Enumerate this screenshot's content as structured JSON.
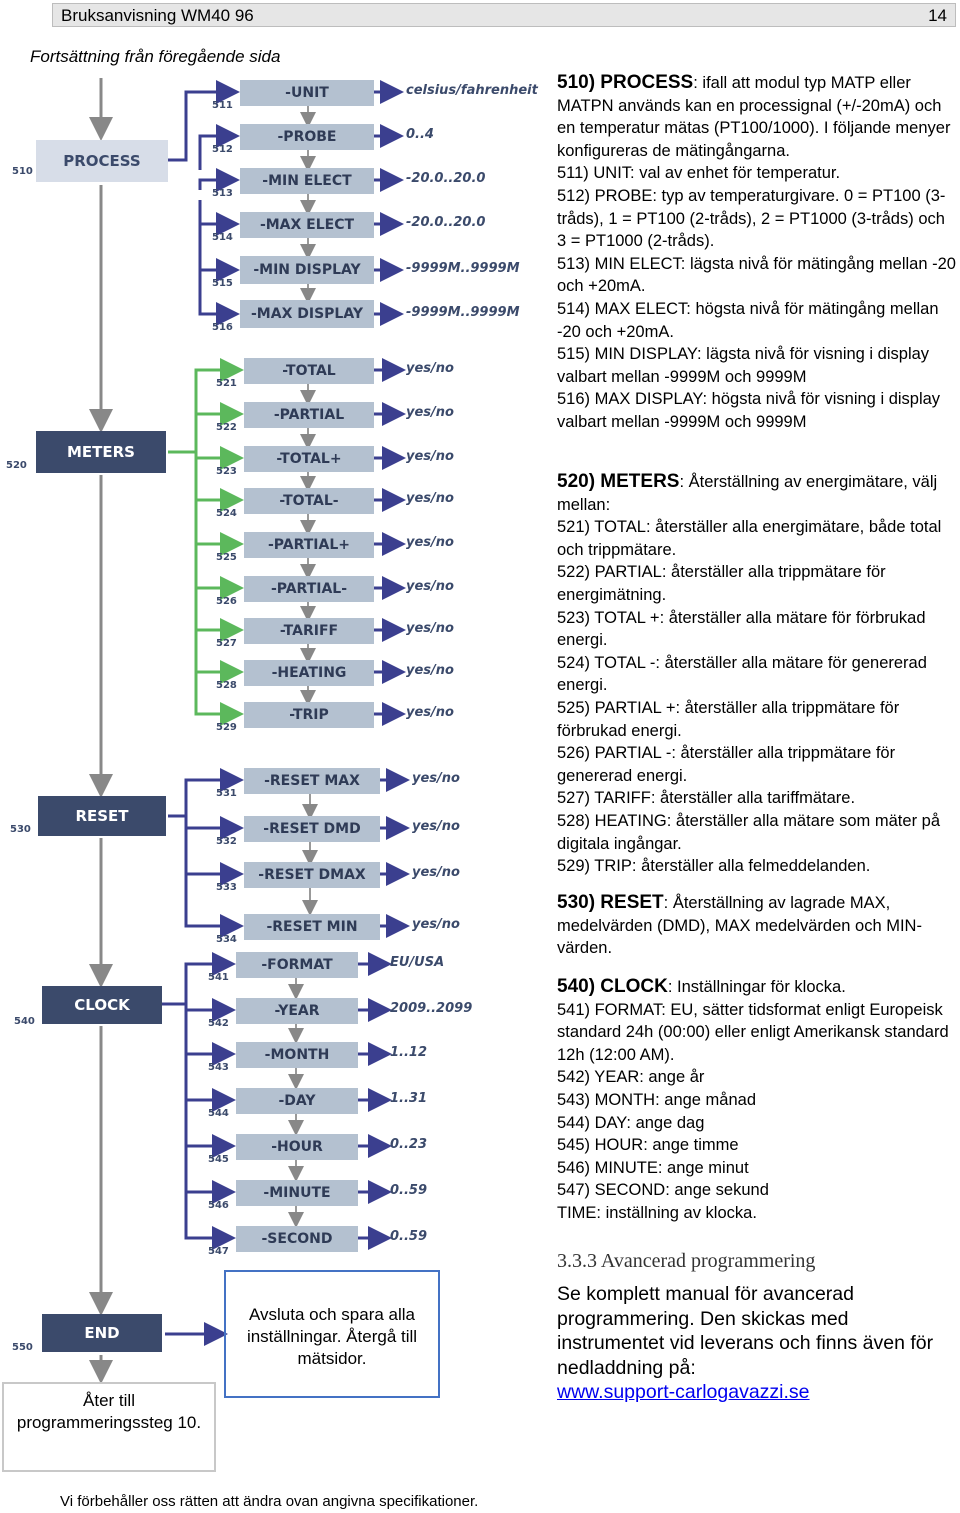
{
  "header": {
    "title": "Bruksanvisning WM40 96",
    "page": "14"
  },
  "continued": "Fortsättning från föregående sida",
  "main_steps": [
    {
      "num": "510",
      "label": "PROCESS"
    },
    {
      "num": "520",
      "label": "METERS"
    },
    {
      "num": "530",
      "label": "RESET"
    },
    {
      "num": "540",
      "label": "CLOCK"
    },
    {
      "num": "550",
      "label": "END"
    }
  ],
  "sub_steps": [
    {
      "num": "511",
      "label": "-UNIT",
      "value": "celsius/fahrenheit"
    },
    {
      "num": "512",
      "label": "-PROBE",
      "value": "0..4"
    },
    {
      "num": "513",
      "label": "-MIN ELECT",
      "value": "-20.0..20.0"
    },
    {
      "num": "514",
      "label": "-MAX ELECT",
      "value": "-20.0..20.0"
    },
    {
      "num": "515",
      "label": "-MIN DISPLAY",
      "value": "-9999M..9999M"
    },
    {
      "num": "516",
      "label": "-MAX DISPLAY",
      "value": "-9999M..9999M"
    },
    {
      "num": "521",
      "label": "-TOTAL",
      "value": "yes/no"
    },
    {
      "num": "522",
      "label": "-PARTIAL",
      "value": "yes/no"
    },
    {
      "num": "523",
      "label": "-TOTAL+",
      "value": "yes/no"
    },
    {
      "num": "524",
      "label": "-TOTAL-",
      "value": "yes/no"
    },
    {
      "num": "525",
      "label": "-PARTIAL+",
      "value": "yes/no"
    },
    {
      "num": "526",
      "label": "-PARTIAL-",
      "value": "yes/no"
    },
    {
      "num": "527",
      "label": "-TARIFF",
      "value": "yes/no"
    },
    {
      "num": "528",
      "label": "-HEATING",
      "value": "yes/no"
    },
    {
      "num": "529",
      "label": "-TRIP",
      "value": "yes/no"
    },
    {
      "num": "531",
      "label": "-RESET MAX",
      "value": "yes/no"
    },
    {
      "num": "532",
      "label": "-RESET DMD",
      "value": "yes/no"
    },
    {
      "num": "533",
      "label": "-RESET DMAX",
      "value": "yes/no"
    },
    {
      "num": "534",
      "label": "-RESET MIN",
      "value": "yes/no"
    },
    {
      "num": "541",
      "label": "-FORMAT",
      "value": "EU/USA"
    },
    {
      "num": "542",
      "label": "-YEAR",
      "value": "2009..2099"
    },
    {
      "num": "543",
      "label": "-MONTH",
      "value": "1..12"
    },
    {
      "num": "544",
      "label": "-DAY",
      "value": "1..31"
    },
    {
      "num": "545",
      "label": "-HOUR",
      "value": "0..23"
    },
    {
      "num": "546",
      "label": "-MINUTE",
      "value": "0..59"
    },
    {
      "num": "547",
      "label": "-SECOND",
      "value": "0..59"
    }
  ],
  "end_note": "Avsluta och spara alla inställningar. Återgå till mätsidor.",
  "back_note": "Åter till programmeringssteg 10.",
  "desc": {
    "process_head": "510) PROCESS",
    "process_text": ": ifall att modul typ MATP eller MATPN används kan en processignal (+/-20mA) och en temperatur mätas (PT100/1000). I följande menyer konfigureras de mätingångarna.",
    "process_lines": [
      "511) UNIT: val av enhet för temperatur.",
      "512) PROBE: typ av temperaturgivare. 0 = PT100 (3-tråds), 1 = PT100 (2-tråds), 2 = PT1000 (3-tråds) och 3 = PT1000 (2-tråds).",
      "513) MIN ELECT: lägsta nivå för mätingång mellan -20 och +20mA.",
      "514) MAX ELECT: högsta nivå för mätingång mellan -20 och +20mA.",
      "515) MIN DISPLAY: lägsta nivå för visning i display valbart mellan -9999M och 9999M",
      "516) MAX DISPLAY: högsta nivå för visning i display valbart mellan -9999M och 9999M"
    ],
    "meters_head": "520) METERS",
    "meters_text": ": Återställning av energimätare, välj mellan:",
    "meters_lines": [
      "521) TOTAL: återställer alla energimätare, både total och trippmätare.",
      "522) PARTIAL: återställer alla trippmätare för energimätning.",
      "523) TOTAL +: återställer alla mätare för förbrukad energi.",
      "524) TOTAL -: återställer alla mätare för genererad energi.",
      "525) PARTIAL +: återställer alla trippmätare för förbrukad energi.",
      "526) PARTIAL -: återställer alla trippmätare för genererad energi.",
      "527) TARIFF: återställer alla tariffmätare.",
      "528) HEATING: återställer alla mätare som mäter på digitala ingångar.",
      "529) TRIP: återställer alla felmeddelanden."
    ],
    "reset_head": "530) RESET",
    "reset_text": ": Återställning av lagrade MAX, medelvärden (DMD), MAX medelvärden och MIN-värden.",
    "clock_head": "540) CLOCK",
    "clock_text": ": Inställningar för klocka.",
    "clock_lines": [
      "541) FORMAT: EU, sätter tidsformat enligt Europeisk standard 24h (00:00) eller enligt Amerikansk standard 12h (12:00 AM).",
      "542) YEAR: ange år",
      "543) MONTH: ange månad",
      "544) DAY: ange dag",
      "545) HOUR: ange timme",
      "546) MINUTE: ange minut",
      "547) SECOND: ange sekund",
      "TIME: inställning av klocka."
    ]
  },
  "advanced": {
    "heading": "3.3.3   Avancerad programmering",
    "text": "Se komplett manual för avancerad programmering. Den skickas med instrumentet vid leverans och finns även för nedladdning på:",
    "link": "www.support-carlogavazzi.se"
  },
  "footer": "Vi förbehåller oss rätten att ändra ovan angivna specifikationer.",
  "colors": {
    "main_box": "#3b4a6b",
    "sub_box": "#b4c1d0",
    "arrow_blue": "#3b3f8f",
    "arrow_green": "#5cb85c",
    "arrow_gray": "#888888"
  }
}
